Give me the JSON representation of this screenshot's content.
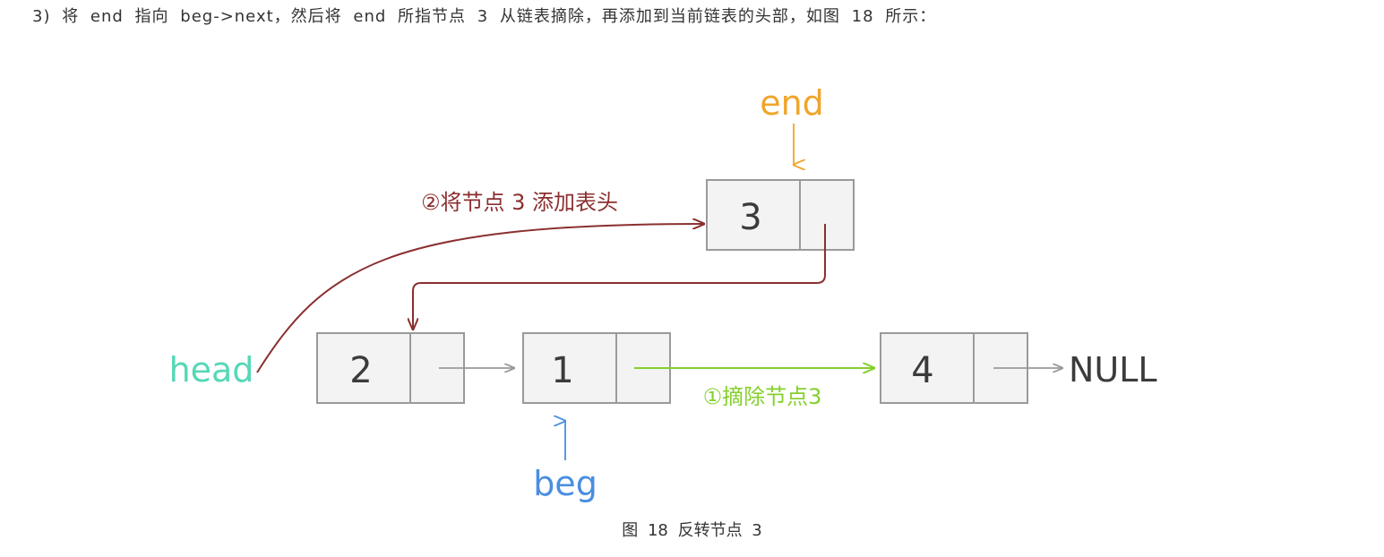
{
  "paragraph": "3) 将 end 指向 beg->next，然后将 end 所指节点 3 从链表摘除，再添加到当前链表的头部，如图 18 所示：",
  "caption": "图 18 反转节点 3",
  "colors": {
    "end": "#f0a52a",
    "head": "#55d8b6",
    "beg": "#4a8ee0",
    "add_arrow": "#8b2f2f",
    "remove_arrow": "#84d02c",
    "node_fill": "#f3f3f3",
    "node_border": "#9a9a9a",
    "plain_arrow": "#9a9a9a",
    "text": "#333333"
  },
  "diagram": {
    "nodes": [
      {
        "id": "node3",
        "value": "3"
      },
      {
        "id": "node2",
        "value": "2"
      },
      {
        "id": "node1",
        "value": "1"
      },
      {
        "id": "node4",
        "value": "4"
      }
    ],
    "labels": {
      "end": "end",
      "head": "head",
      "beg": "beg",
      "null": "NULL"
    },
    "annotations": {
      "step1": "①摘除节点3",
      "step2": "②将节点 3 添加表头"
    }
  }
}
